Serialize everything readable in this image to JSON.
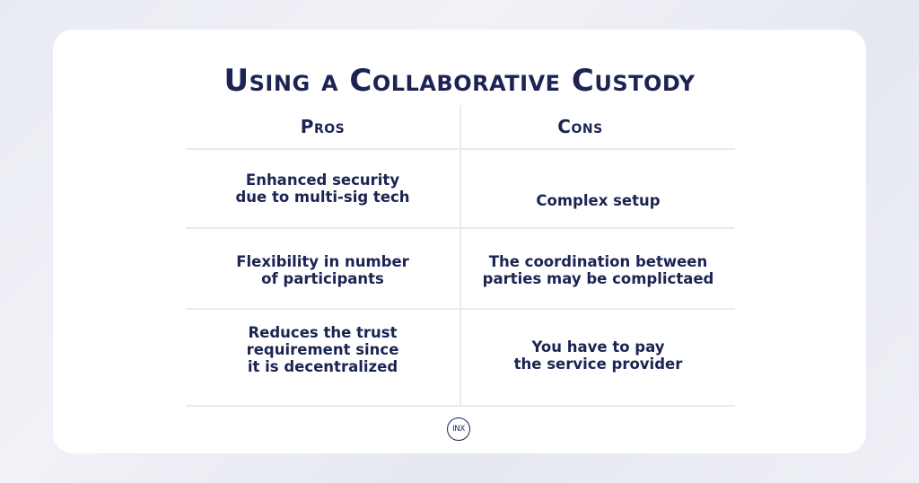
{
  "title": "Using a Collaborative Custody",
  "table": {
    "headers": {
      "pros": "Pros",
      "cons": "Cons"
    },
    "rows": [
      {
        "pro": "Enhanced security\ndue to multi-sig tech",
        "con": "Complex setup"
      },
      {
        "pro": "Flexibility  in number\nof participants",
        "con": "The coordination between\nparties may be complictaed"
      },
      {
        "pro": "Reduces the trust\nrequirement since\nit is decentralized",
        "con": "You have to pay\nthe service provider"
      }
    ]
  },
  "logo": {
    "text": "INX"
  },
  "colors": {
    "text": "#1b2452",
    "divider": "#e8eaf1",
    "card": "#ffffff",
    "background": "#eceef5"
  }
}
